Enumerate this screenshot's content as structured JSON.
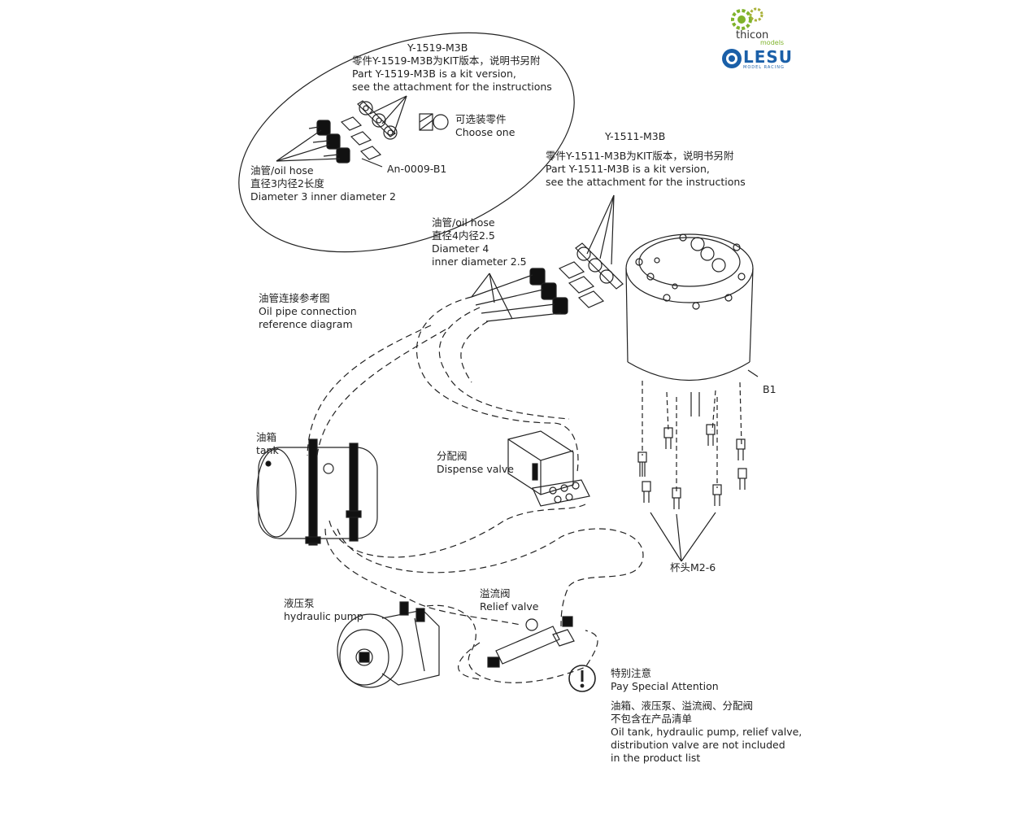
{
  "branding": {
    "thicon_wordmark": "thicon",
    "thicon_sub": "models",
    "lesu_wordmark": "LESU",
    "lesu_sub": "MODEL RACING"
  },
  "callouts": {
    "y1519": {
      "code": "Y-1519-M3B",
      "line_cn": "零件Y-1519-M3B为KIT版本，说明书另附",
      "line_en1": "Part Y-1519-M3B is a kit version,",
      "line_en2": "see the attachment for the instructions"
    },
    "optional": {
      "cn": "可选装零件",
      "en": "Choose one"
    },
    "an0009": "An-0009-B1",
    "hose_small": {
      "cn1": "油管/oil hose",
      "cn2": "直径3内径2长度",
      "en": "Diameter 3 inner diameter 2"
    },
    "y1511": {
      "code": "Y-1511-M3B",
      "line_cn": "零件Y-1511-M3B为KIT版本，说明书另附",
      "line_en1": "Part Y-1511-M3B is a kit version,",
      "line_en2": "see the attachment for the instructions"
    },
    "hose_large": {
      "cn1": "油管/oil hose",
      "cn2": "直径4内径2.5",
      "en1": "Diameter 4",
      "en2": "inner diameter 2.5"
    },
    "pipe_ref": {
      "cn": "油管连接参考图",
      "en1": "Oil pipe connection",
      "en2": "reference diagram"
    },
    "b1": "B1",
    "tank": {
      "cn": "油箱",
      "en": "tank"
    },
    "dispense": {
      "cn": "分配阀",
      "en": "Dispense valve"
    },
    "cup_head": "杯头M2-6",
    "pump": {
      "cn": "液压泵",
      "en": "hydraulic pump"
    },
    "relief": {
      "cn": "溢流阀",
      "en": "Relief valve"
    },
    "attention": {
      "cn_title": "特别注意",
      "en_title": "Pay Special Attention",
      "cn_body1": "油箱、液压泵、溢流阀、分配阀",
      "cn_body2": "不包含在产品清单",
      "en_body1": "Oil tank, hydraulic pump, relief valve,",
      "en_body2": "distribution valve are not included",
      "en_body3": "in the product list"
    }
  },
  "colors": {
    "line": "#222222",
    "thicon_green": "#7fb32b",
    "lesu_blue": "#1a5fa8"
  }
}
